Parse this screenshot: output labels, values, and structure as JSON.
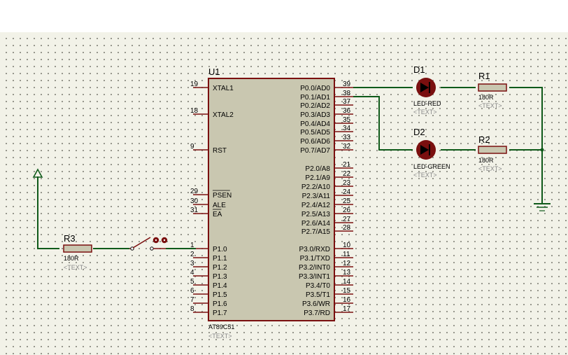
{
  "chip": {
    "ref": "U1",
    "part": "AT89C51",
    "text_placeholder": "<TEXT>",
    "left_pins": [
      {
        "num": "19",
        "name": "XTAL1"
      },
      {
        "num": "18",
        "name": "XTAL2"
      },
      {
        "num": "9",
        "name": "RST"
      },
      {
        "num": "29",
        "name": "PSEN"
      },
      {
        "num": "30",
        "name": "ALE"
      },
      {
        "num": "31",
        "name": "EA"
      },
      {
        "num": "1",
        "name": "P1.0"
      },
      {
        "num": "2",
        "name": "P1.1"
      },
      {
        "num": "3",
        "name": "P1.2"
      },
      {
        "num": "4",
        "name": "P1.3"
      },
      {
        "num": "5",
        "name": "P1.4"
      },
      {
        "num": "6",
        "name": "P1.5"
      },
      {
        "num": "7",
        "name": "P1.6"
      },
      {
        "num": "8",
        "name": "P1.7"
      }
    ],
    "right_pins": [
      {
        "num": "39",
        "name": "P0.0/AD0"
      },
      {
        "num": "38",
        "name": "P0.1/AD1"
      },
      {
        "num": "37",
        "name": "P0.2/AD2"
      },
      {
        "num": "36",
        "name": "P0.3/AD3"
      },
      {
        "num": "35",
        "name": "P0.4/AD4"
      },
      {
        "num": "34",
        "name": "P0.5/AD5"
      },
      {
        "num": "33",
        "name": "P0.6/AD6"
      },
      {
        "num": "32",
        "name": "P0.7/AD7"
      },
      {
        "num": "21",
        "name": "P2.0/A8"
      },
      {
        "num": "22",
        "name": "P2.1/A9"
      },
      {
        "num": "23",
        "name": "P2.2/A10"
      },
      {
        "num": "24",
        "name": "P2.3/A11"
      },
      {
        "num": "25",
        "name": "P2.4/A12"
      },
      {
        "num": "26",
        "name": "P2.5/A13"
      },
      {
        "num": "27",
        "name": "P2.6/A14"
      },
      {
        "num": "28",
        "name": "P2.7/A15"
      },
      {
        "num": "10",
        "name": "P3.0/RXD"
      },
      {
        "num": "11",
        "name": "P3.1/TXD"
      },
      {
        "num": "12",
        "name": "P3.2/INT0"
      },
      {
        "num": "13",
        "name": "P3.3/INT1"
      },
      {
        "num": "14",
        "name": "P3.4/T0"
      },
      {
        "num": "15",
        "name": "P3.5/T1"
      },
      {
        "num": "16",
        "name": "P3.6/WR"
      },
      {
        "num": "17",
        "name": "P3.7/RD"
      }
    ]
  },
  "d1": {
    "ref": "D1",
    "value": "LED-RED",
    "text": "<TEXT>"
  },
  "d2": {
    "ref": "D2",
    "value": "LED-GREEN",
    "text": "<TEXT>"
  },
  "r1": {
    "ref": "R1",
    "value": "180R",
    "text": "<TEXT>"
  },
  "r2": {
    "ref": "R2",
    "value": "180R",
    "text": "<TEXT>"
  },
  "r3": {
    "ref": "R3",
    "value": "180R",
    "text": "<TEXT>"
  },
  "colors": {
    "wire": "#0f5a1a",
    "component": "#7a0f0f",
    "fill": "#c9c7b0",
    "led": "#7a0f0f",
    "grid_bg": "#f2f2e8"
  }
}
